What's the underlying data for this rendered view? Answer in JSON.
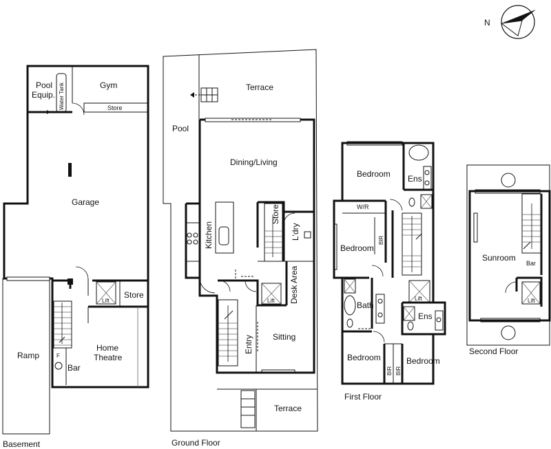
{
  "compass": {
    "letter": "N"
  },
  "basement": {
    "caption": "Basement",
    "rooms": {
      "pool_equip_1": "Pool",
      "pool_equip_2": "Equip.",
      "water_tank": "Water Tank",
      "gym": "Gym",
      "store_top": "Store",
      "garage": "Garage",
      "lift": "Lift",
      "store": "Store",
      "ramp": "Ramp",
      "f": "F",
      "bar": "Bar",
      "home_theatre_1": "Home",
      "home_theatre_2": "Theatre"
    }
  },
  "ground": {
    "caption": "Ground Floor",
    "rooms": {
      "terrace_top": "Terrace",
      "pool": "Pool",
      "dining_living": "Dining/Living",
      "kitchen": "Kitchen",
      "store": "Store",
      "laundry": "L'dry",
      "desk_area": "Desk Area",
      "lift": "Lift",
      "entry": "Entry",
      "sitting": "Sitting",
      "terrace_bottom": "Terrace"
    }
  },
  "first": {
    "caption": "First Floor",
    "rooms": {
      "bedroom_top": "Bedroom",
      "ens_top": "Ens",
      "wr": "W/R",
      "bedroom_mid": "Bedroom",
      "bir_mid": "BIR",
      "bath": "Bath",
      "lift": "Lift",
      "ens_bottom": "Ens",
      "bedroom_bl": "Bedroom",
      "bir_b1": "BIR",
      "bir_b2": "BIR",
      "bedroom_br": "Bedroom"
    }
  },
  "second": {
    "caption": "Second Floor",
    "rooms": {
      "sunroom": "Sunroom",
      "bar": "Bar",
      "lift": "Lift"
    }
  }
}
